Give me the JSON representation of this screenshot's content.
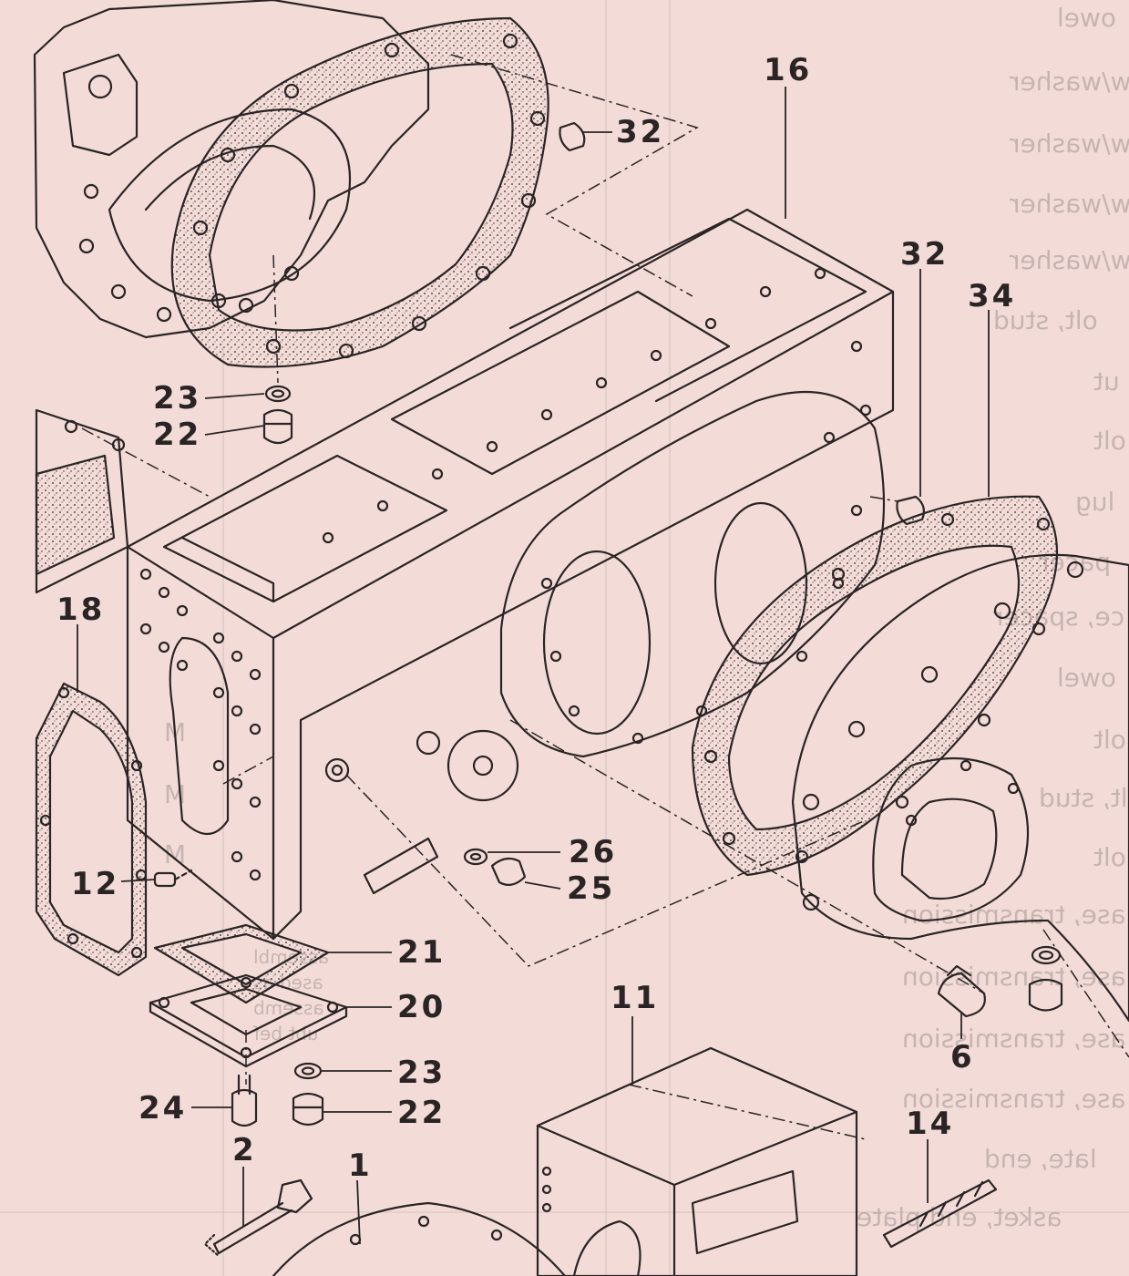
{
  "callouts": {
    "c1": "1",
    "c2": "2",
    "c6": "6",
    "c11": "11",
    "c12": "12",
    "c14": "14",
    "c16": "16",
    "c18": "18",
    "c20": "20",
    "c21": "21",
    "c22a": "22",
    "c22b": "22",
    "c23a": "23",
    "c23b": "23",
    "c24": "24",
    "c25": "25",
    "c26": "26",
    "c32a": "32",
    "c32b": "32",
    "c34": "34"
  },
  "bleed_through": {
    "lines": [
      "owel",
      "olt, w/washer",
      "olt, w/washer",
      "olt, w/washer",
      "olt, w/washer",
      "olt, stud",
      "ut",
      "olt",
      "lug",
      "pacer",
      "ce, spacer",
      "owel",
      "olt",
      "olt, stud",
      "olt",
      "ase, transmission",
      "ase, transmission",
      "ase, transmission",
      "ase, transmission",
      "late, end",
      "asket, end plate"
    ],
    "left_column": [
      "M",
      "M",
      "M"
    ],
    "small_note": [
      "assembl",
      "ased as",
      "assemb",
      "ubt bef"
    ]
  },
  "colors": {
    "paper": "#f3dcd8",
    "ink": "#2a2424"
  }
}
